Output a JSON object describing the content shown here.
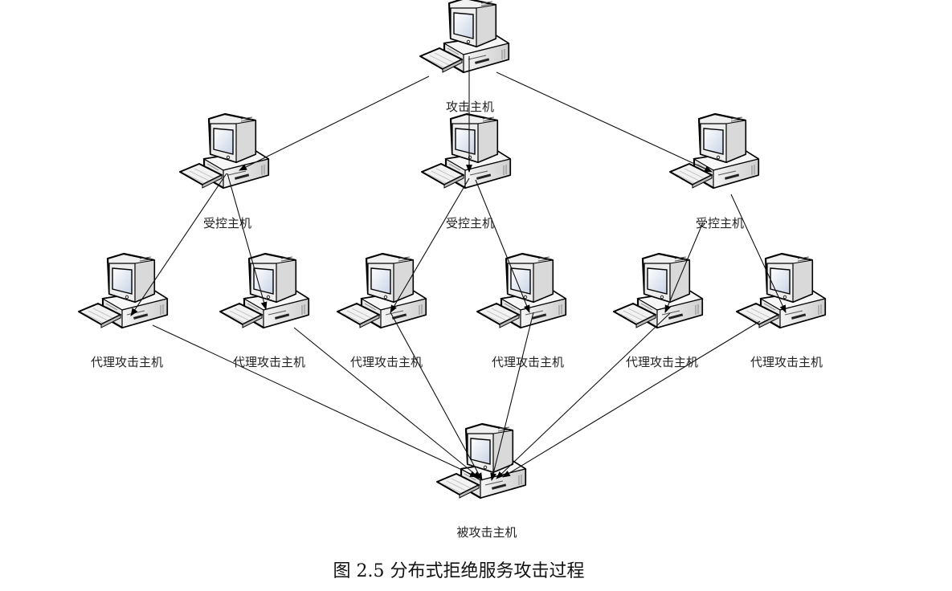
{
  "diagram": {
    "caption": "图 2.5 分布式拒绝服务攻击过程",
    "nodes": [
      {
        "id": "attacker",
        "label": "攻击主机",
        "role": "attacker",
        "icon": "computer-icon"
      },
      {
        "id": "handler1",
        "label": "受控主机",
        "role": "handler",
        "icon": "computer-icon"
      },
      {
        "id": "handler2",
        "label": "受控主机",
        "role": "handler",
        "icon": "computer-icon"
      },
      {
        "id": "handler3",
        "label": "受控主机",
        "role": "handler",
        "icon": "computer-icon"
      },
      {
        "id": "agent1",
        "label": "代理攻击主机",
        "role": "agent",
        "icon": "computer-icon"
      },
      {
        "id": "agent2",
        "label": "代理攻击主机",
        "role": "agent",
        "icon": "computer-icon"
      },
      {
        "id": "agent3",
        "label": "代理攻击主机",
        "role": "agent",
        "icon": "computer-icon"
      },
      {
        "id": "agent4",
        "label": "代理攻击主机",
        "role": "agent",
        "icon": "computer-icon"
      },
      {
        "id": "agent5",
        "label": "代理攻击主机",
        "role": "agent",
        "icon": "computer-icon"
      },
      {
        "id": "agent6",
        "label": "代理攻击主机",
        "role": "agent",
        "icon": "computer-icon"
      },
      {
        "id": "victim",
        "label": "被攻击主机",
        "role": "victim",
        "icon": "computer-icon"
      }
    ],
    "edges": [
      {
        "from": "attacker",
        "to": "handler1",
        "arrow": true
      },
      {
        "from": "attacker",
        "to": "handler2",
        "arrow": true
      },
      {
        "from": "attacker",
        "to": "handler3",
        "arrow": true
      },
      {
        "from": "handler1",
        "to": "agent1",
        "arrow": true
      },
      {
        "from": "handler1",
        "to": "agent2",
        "arrow": true
      },
      {
        "from": "handler2",
        "to": "agent3",
        "arrow": true
      },
      {
        "from": "handler2",
        "to": "agent4",
        "arrow": true
      },
      {
        "from": "handler3",
        "to": "agent5",
        "arrow": true
      },
      {
        "from": "handler3",
        "to": "agent6",
        "arrow": true
      },
      {
        "from": "agent1",
        "to": "victim",
        "arrow": true
      },
      {
        "from": "agent2",
        "to": "victim",
        "arrow": true
      },
      {
        "from": "agent3",
        "to": "victim",
        "arrow": true
      },
      {
        "from": "agent4",
        "to": "victim",
        "arrow": true
      },
      {
        "from": "agent5",
        "to": "victim",
        "arrow": true
      },
      {
        "from": "agent6",
        "to": "victim",
        "arrow": true
      }
    ]
  }
}
